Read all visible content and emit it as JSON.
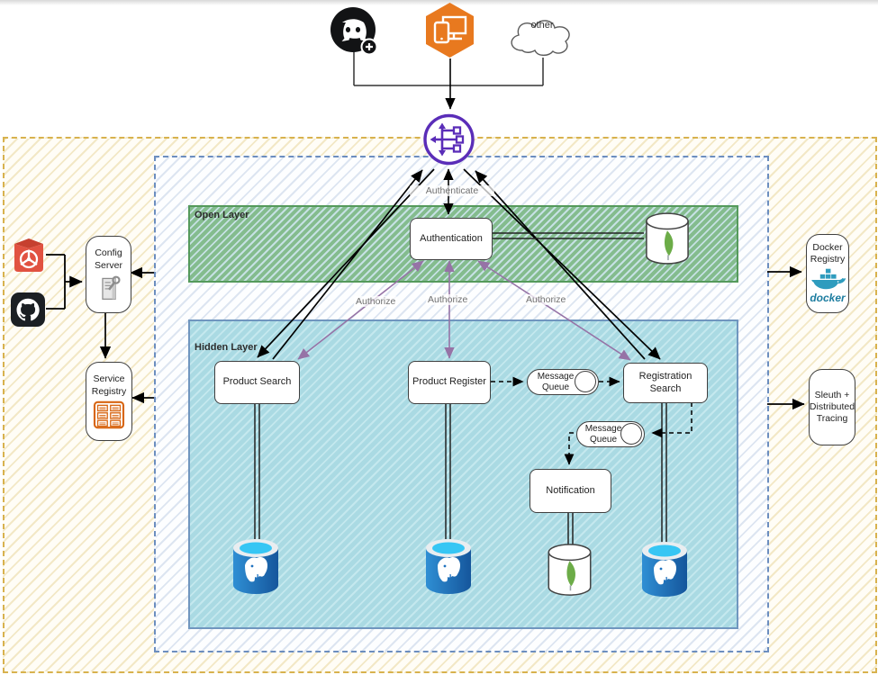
{
  "sources": {
    "cloud_label": "other"
  },
  "gateway_labels": {
    "authenticate": "Authenticate"
  },
  "authorize_labels": {
    "a1": "Authorize",
    "a2": "Authorize",
    "a3": "Authorize"
  },
  "open_layer": {
    "title": "Open Layer",
    "authentication": "Authentication"
  },
  "hidden_layer": {
    "title": "Hidden Layer",
    "product_search": "Product Search",
    "product_register": "Product Register",
    "registration_search": "Registration Search",
    "message_queue_1": "Message Queue",
    "message_queue_2": "Message Queue",
    "notification": "Notification"
  },
  "left_panel": {
    "config_server": "Config Server",
    "service_registry": "Service Registry"
  },
  "right_panel": {
    "docker_registry": "Docker Registry",
    "docker_wordmark": "docker",
    "sleuth_tracing": "Sleuth + Distributed Tracing"
  },
  "icons": {
    "discord": "discord-icon",
    "plus_badge": "plus-badge-icon",
    "client_devices": "client-devices-icon",
    "cloud": "cloud-shape",
    "api_gateway": "api-gateway-icon",
    "mongodb": "mongodb-icon",
    "postgresql": "postgresql-icon",
    "github": "github-icon",
    "config_repo": "repo-cube-icon",
    "server_wrench": "server-wrench-icon",
    "service_registry_grid": "registry-grid-icon",
    "docker_whale": "docker-whale-icon"
  },
  "colors": {
    "gateway_purple": "#5A2DB8",
    "arrow_purple": "#9673A6",
    "hexagon_orange": "#E8791F",
    "outer_boundary_gold": "#D6B656",
    "inner_boundary_blue": "#6C8EBF",
    "open_layer_green": "#84BC8E",
    "hidden_layer_cyan": "#AADAE3",
    "postgres_blue": "#1F72BF",
    "mongo_leaf_green": "#6CAC48",
    "docker_teal": "#2E9CBE",
    "registry_orange": "#D86613",
    "repo_red": "#E15241"
  }
}
